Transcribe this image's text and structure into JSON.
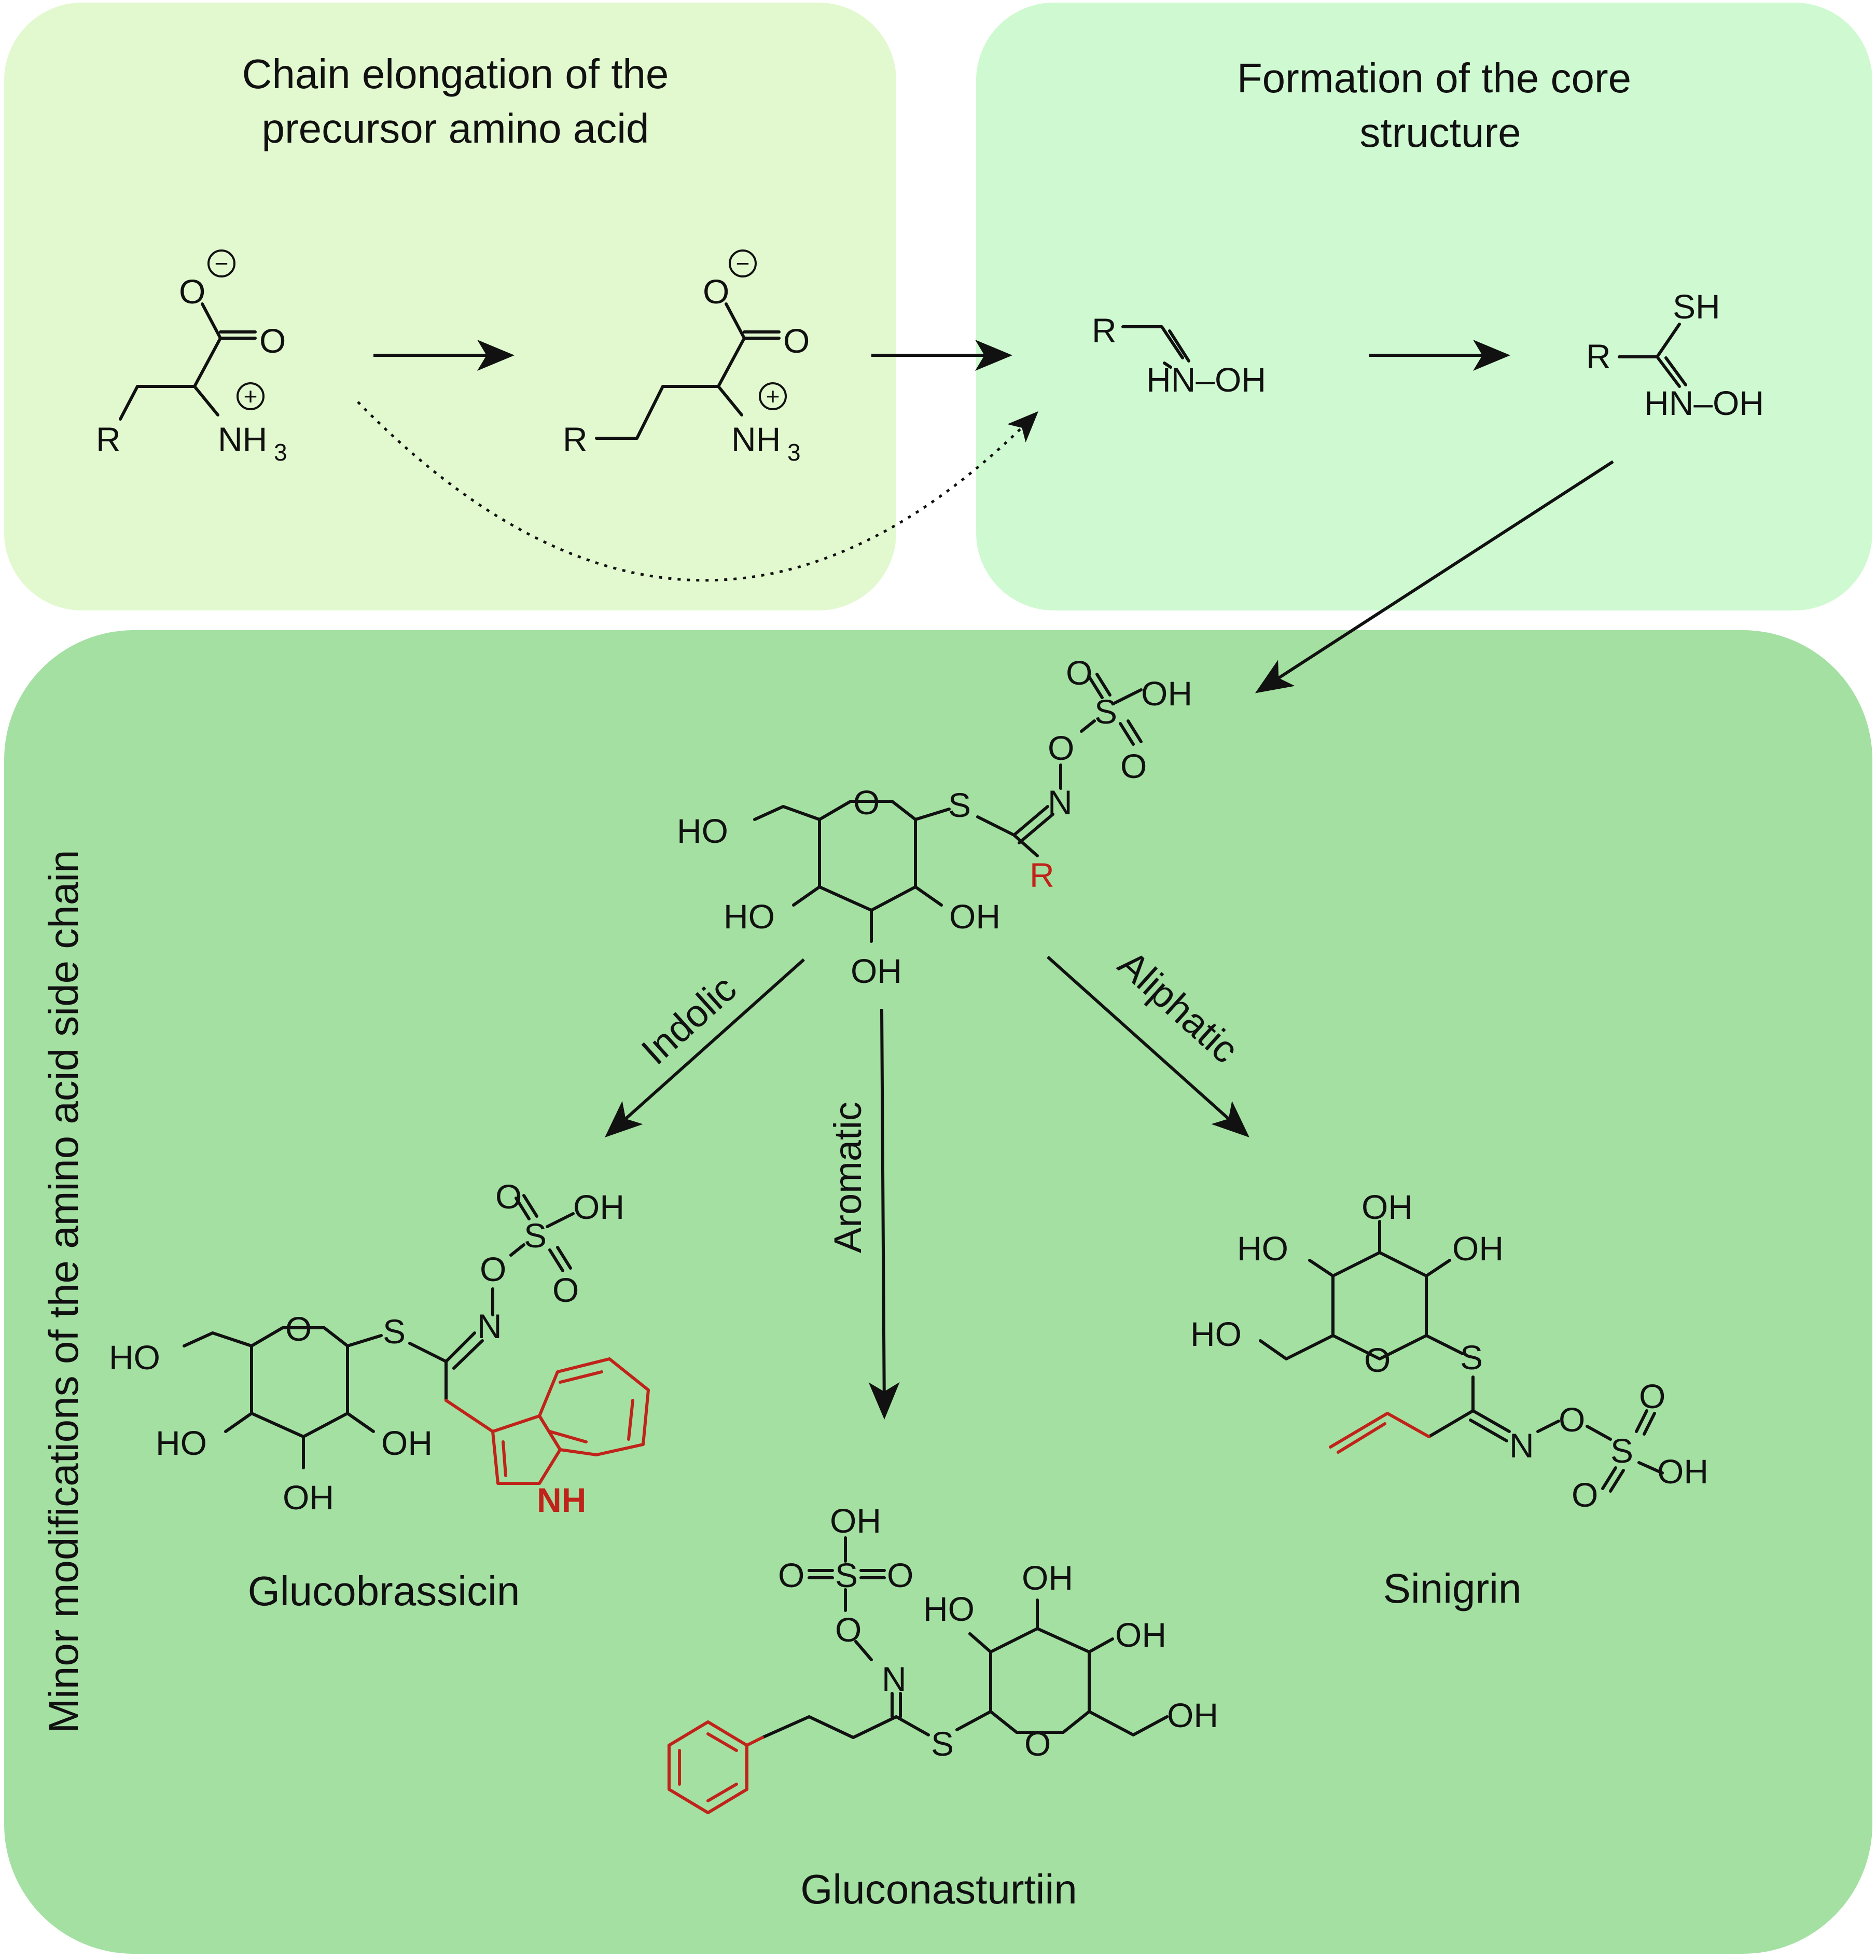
{
  "panels": {
    "chain_elongation": {
      "title_line1": "Chain elongation of the",
      "title_line2": "precursor amino acid"
    },
    "core_structure": {
      "title_line1": "Formation of the core",
      "title_line2": "structure"
    },
    "side_chain": {
      "title": "Minor modifications of the amino acid side chain"
    }
  },
  "colors": {
    "panel1": "#e2f9cf",
    "panel2": "#cffad1",
    "panel3": "#a4e0a2",
    "side_chain_highlight": "#c0231a"
  },
  "atoms": {
    "R": "R",
    "O": "O",
    "Os": "O",
    "N": "N",
    "S": "S",
    "OH": "OH",
    "HO": "HO",
    "SH": "SH",
    "HN_OH": "HN–OH",
    "NH": "NH",
    "NH3": "NH",
    "sub3": "3",
    "minus": "−",
    "plus": "+",
    "O_eq": "O=",
    "eq_O": "=O"
  },
  "branches": {
    "indolic": "Indolic",
    "aromatic": "Aromatic",
    "aliphatic": "Aliphatic"
  },
  "compounds": {
    "glucobrassicin": "Glucobrassicin",
    "gluconasturtiin": "Gluconasturtiin",
    "sinigrin": "Sinigrin"
  }
}
